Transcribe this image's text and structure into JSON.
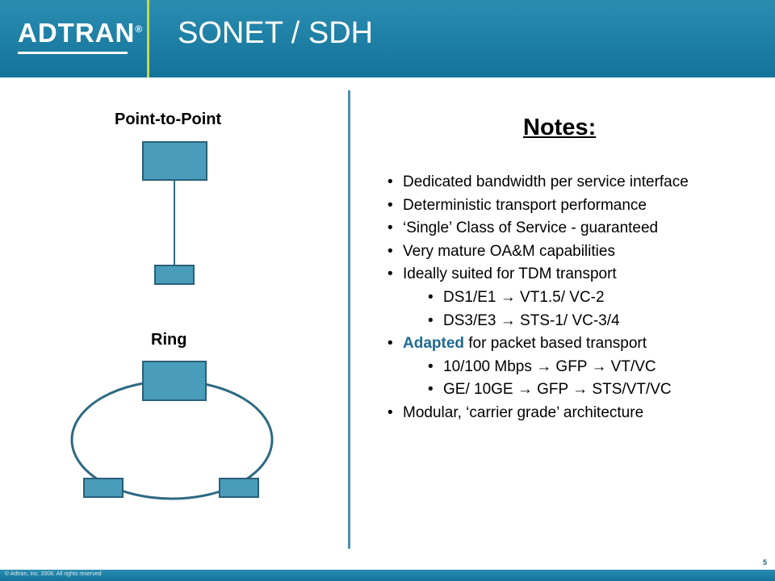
{
  "header": {
    "logo_text": "ADTRAN",
    "logo_mark": "®",
    "title": "SONET / SDH"
  },
  "diagrams": {
    "point_to_point_label": "Point-to-Point",
    "ring_label": "Ring"
  },
  "notes": {
    "heading": "Notes:",
    "items": [
      {
        "level": 1,
        "text": "Dedicated bandwidth per service interface"
      },
      {
        "level": 1,
        "text": "Deterministic transport performance"
      },
      {
        "level": 1,
        "text": "‘Single’ Class of Service - guaranteed"
      },
      {
        "level": 1,
        "text": "Very mature OA&M capabilities"
      },
      {
        "level": 1,
        "text": "Ideally suited for TDM transport"
      },
      {
        "level": 2,
        "text": "DS1/E1 → VT1.5/ VC-2"
      },
      {
        "level": 2,
        "text": "DS3/E3 → STS-1/ VC-3/4"
      },
      {
        "level": 1,
        "accent": "Adapted",
        "text": " for packet based transport"
      },
      {
        "level": 2,
        "text": "10/100 Mbps → GFP → VT/VC"
      },
      {
        "level": 2,
        "text": "GE/ 10GE → GFP → STS/VT/VC"
      },
      {
        "level": 1,
        "text": "Modular, ‘carrier grade’ architecture"
      }
    ]
  },
  "footer": {
    "copyright": "© Adtran, Inc. 2008. All rights reserved",
    "page_number": "5"
  },
  "colors": {
    "header_blue": "#1a7fa0",
    "node_fill": "#4a9dba",
    "accent_blue": "#1d6a92",
    "divider_green": "#c8d84a"
  }
}
